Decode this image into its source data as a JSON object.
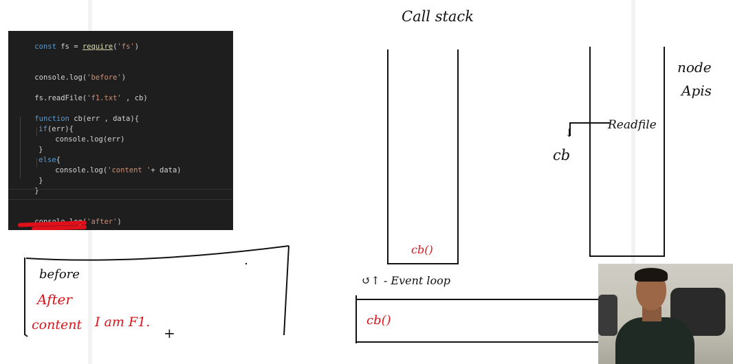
{
  "code": {
    "lines": [
      {
        "a": "const",
        "b": " fs = ",
        "c": "require",
        "d": "(",
        "e": "'fs'",
        "f": ")"
      },
      {
        "text": "console.log(",
        "str": "'before'",
        "end": ")"
      },
      {
        "text": "fs.readFile(",
        "str": "'f1.txt'",
        "end": " , cb)"
      },
      {
        "kw": "function",
        "text": " cb(err , data){"
      },
      {
        "kw": "if",
        "text": "(err){"
      },
      {
        "text": "console.log(err)"
      },
      {
        "text": "}"
      },
      {
        "kw": "else",
        "text": "{"
      },
      {
        "text": "console.log(",
        "str": "'content '",
        "end": "+ data)"
      },
      {
        "text": "}"
      },
      {
        "text": "}"
      },
      {
        "text": "console.log(",
        "str": "'after'",
        "end": ")"
      }
    ]
  },
  "whiteboard": {
    "call_stack_label": "Call stack",
    "node_apis_label_1": "node",
    "node_apis_label_2": "Apis",
    "readfile_label": "Readfile",
    "cb_label": "cb",
    "stack_item": "cb()",
    "event_loop_label": "↺↑ - Event loop",
    "queue_item": "cb()",
    "output": {
      "line1": "before",
      "line2": "After",
      "line3a": "content",
      "line3b": "I am F1.",
      "plus": "+"
    }
  },
  "colors": {
    "ink": "#111111",
    "red_ink": "#d8141b",
    "editor_bg": "#1e1e1e"
  }
}
